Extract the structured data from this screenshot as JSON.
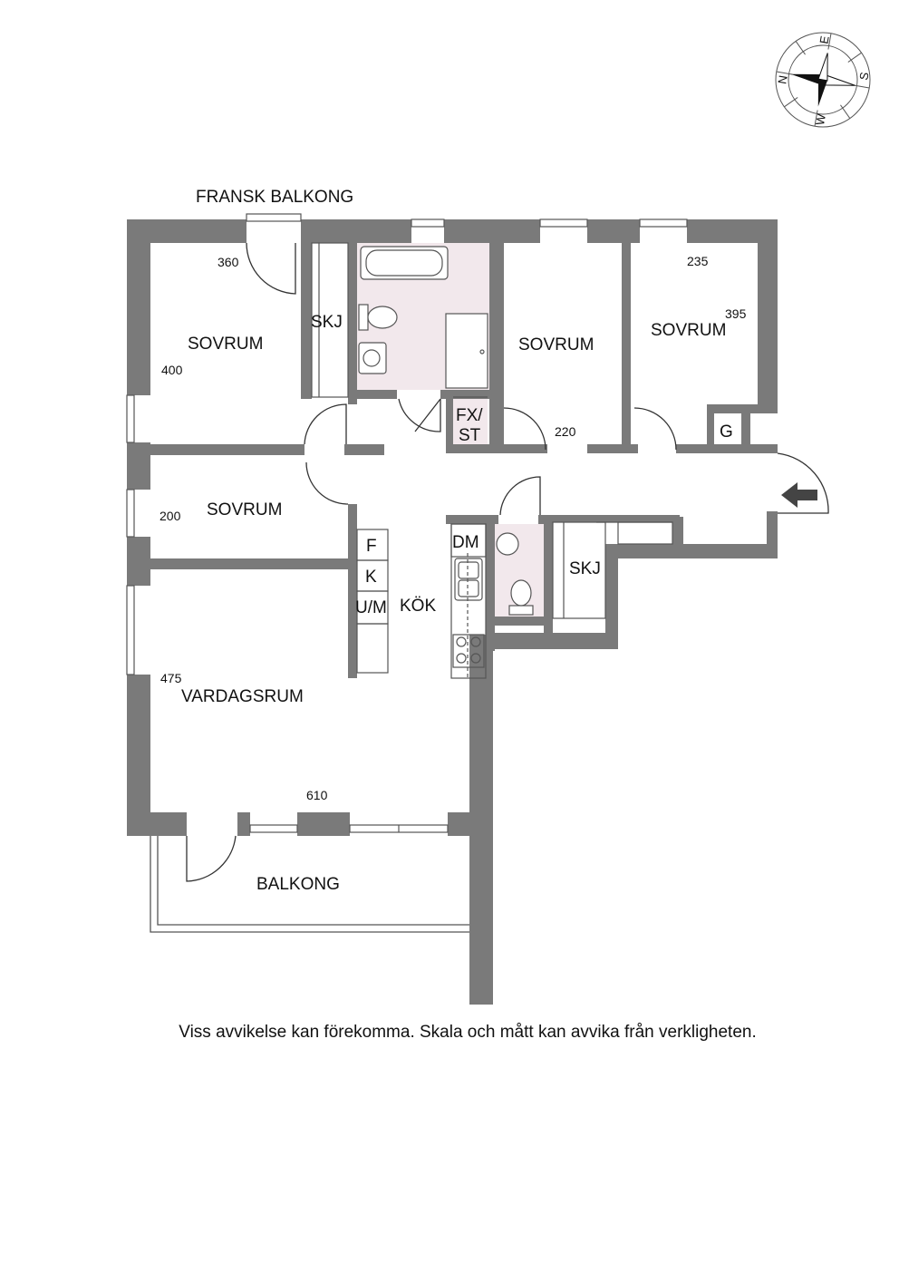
{
  "labels": {
    "fransk_balkong": "FRANSK BALKONG",
    "sovrum_top_left": "SOVRUM",
    "skj_top": "SKJ",
    "sovrum_top_mid": "SOVRUM",
    "sovrum_top_right": "SOVRUM",
    "fx_st_line1": "FX/",
    "fx_st_line2": "ST",
    "g": "G",
    "sovrum_mid_left": "SOVRUM",
    "f": "F",
    "k": "K",
    "um": "U/M",
    "dm": "DM",
    "kok": "KÖK",
    "skj_right": "SKJ",
    "vardagsrum": "VARDAGSRUM",
    "balkong": "BALKONG"
  },
  "dimensions": {
    "d360": "360",
    "d400": "400",
    "d235": "235",
    "d395": "395",
    "d220": "220",
    "d200": "200",
    "d475": "475",
    "d610": "610"
  },
  "compass": {
    "n": "N",
    "e": "E",
    "s": "S",
    "w": "W",
    "icon": "compass-rose-icon"
  },
  "entrance": {
    "icon": "entrance-arrow-icon"
  },
  "colors": {
    "wall": "#7a7a7a",
    "wet_room": "#f2e8ec",
    "fixture": "#555555"
  },
  "footer": {
    "disclaimer": "Viss avvikelse kan förekomma. Skala och mått kan avvika från verkligheten."
  }
}
